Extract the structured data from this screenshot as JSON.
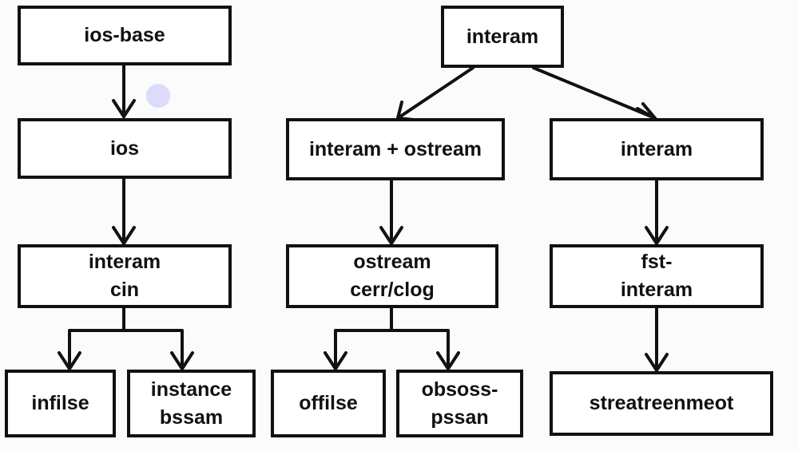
{
  "colors": {
    "stroke": "#111111",
    "background": "#fbfbfb",
    "box_fill": "#ffffff",
    "marker": "#dcdcfa"
  },
  "nodes": {
    "ios_base": "ios-base",
    "ios": "ios",
    "interam_cin": [
      "interam",
      "cin"
    ],
    "infilse": "infilse",
    "instance_bssam": [
      "instance",
      "bssam"
    ],
    "interam_top": "interam",
    "interam_ostream": "interam + ostream",
    "ostream_cerr": [
      "ostream",
      "cerr/clog"
    ],
    "offilse": "offilse",
    "obsoss_pssan": [
      "obsoss-",
      "pssan"
    ],
    "interam_right": "interam",
    "fst_interam": [
      "fst-",
      "interam"
    ],
    "streatreenmeot": "streatreenmeot"
  }
}
